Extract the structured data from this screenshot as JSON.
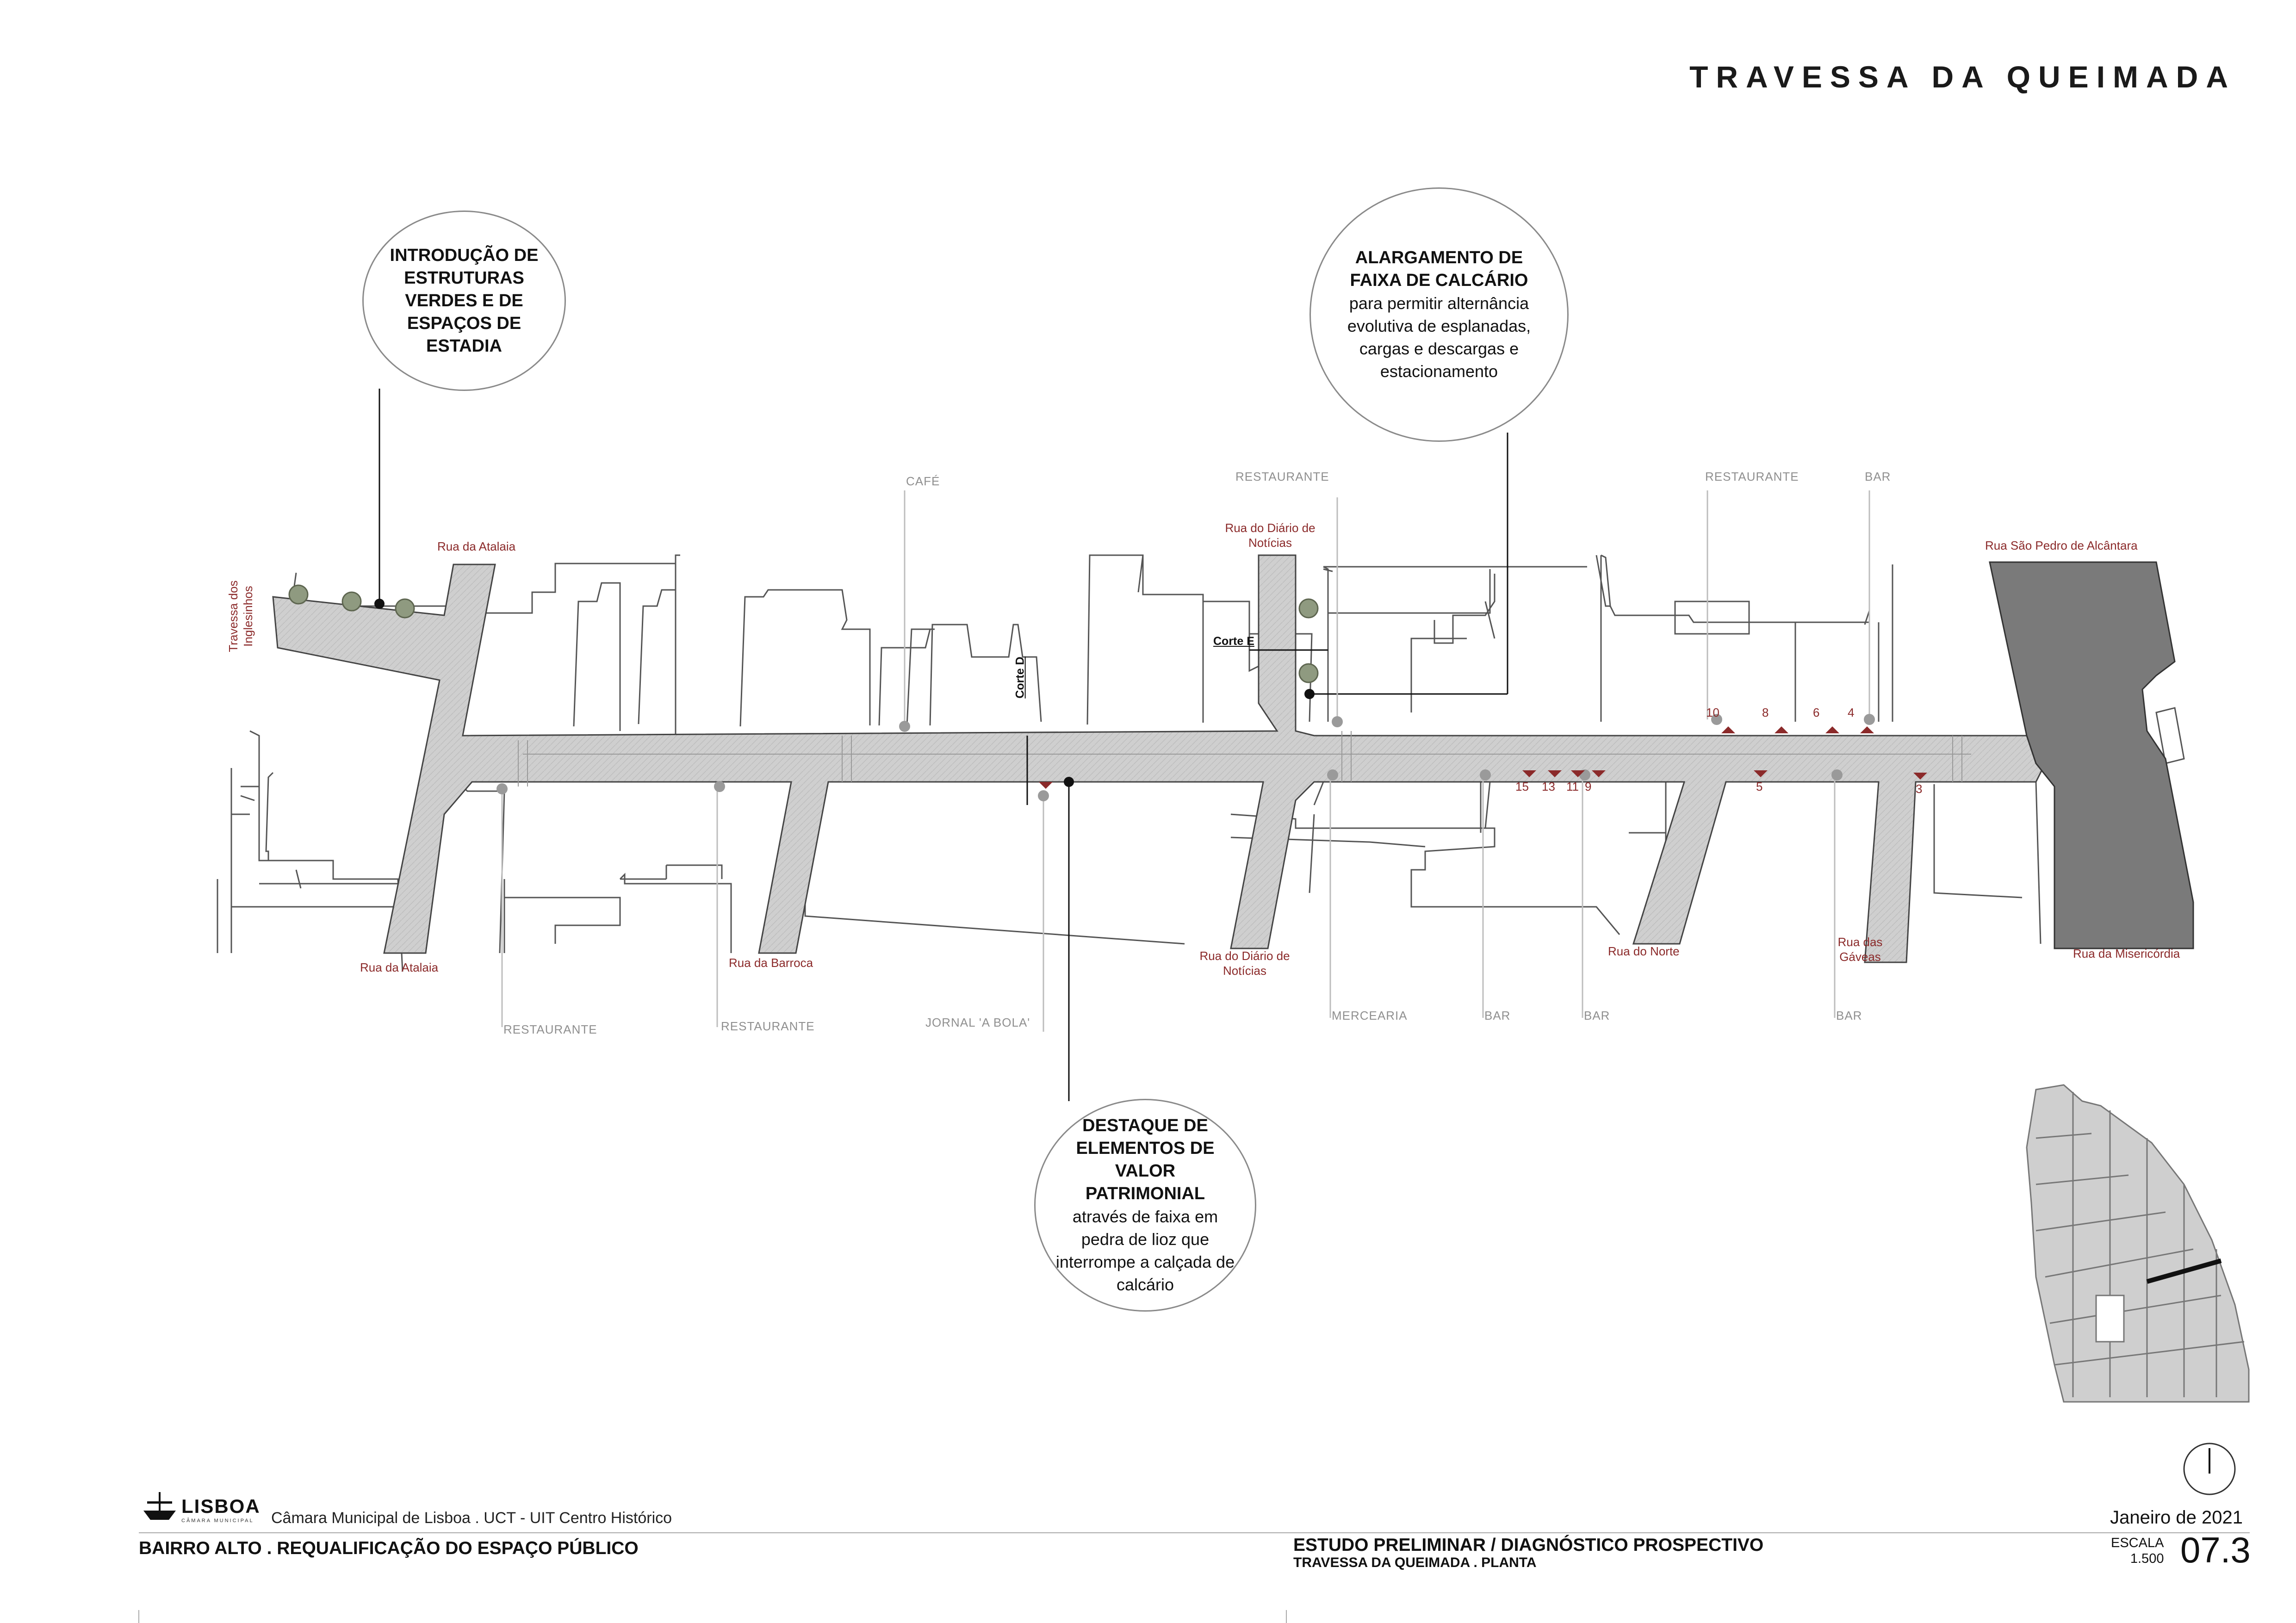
{
  "title": "TRAVESSA DA QUEIMADA",
  "callouts": [
    {
      "heading": "INTRODUÇÃO DE ESTRUTURAS VERDES E DE ESPAÇOS DE ESTADIA",
      "body": ""
    },
    {
      "heading": "ALARGAMENTO DE FAIXA DE CALCÁRIO",
      "body": "para permitir alternância evolutiva de esplanadas, cargas e descargas e estacionamento"
    },
    {
      "heading": "DESTAQUE DE ELEMENTOS DE VALOR PATRIMONIAL",
      "body": "através de faixa em pedra de lioz que interrompe a calçada de calcário"
    }
  ],
  "streets": {
    "travessa_inglesinhos": "Travessa dos Inglesinhos",
    "atalaia_top": "Rua da Atalaia",
    "atalaia_bottom": "Rua da Atalaia",
    "barroca": "Rua da Barroca",
    "diario_top": "Rua do Diário de Notícias",
    "diario_bottom": "Rua do Diário de Notícias",
    "norte": "Rua do Norte",
    "gaveas": "Rua das Gáveas",
    "sao_pedro": "Rua São Pedro de Alcântara",
    "misericordia": "Rua da Misericórdia"
  },
  "businesses": {
    "cafe": "CAFÉ",
    "restaurante_top1": "RESTAURANTE",
    "restaurante_top2": "RESTAURANTE",
    "bar_top": "BAR",
    "restaurante_bottom1": "RESTAURANTE",
    "restaurante_bottom2": "RESTAURANTE",
    "jornal": "JORNAL  'A BOLA'",
    "mercearia": "MERCEARIA",
    "bar_bottom1": "BAR",
    "bar_bottom2": "BAR",
    "bar_bottom3": "BAR"
  },
  "sections": {
    "corte_d": "Corte D",
    "corte_e": "Corte E"
  },
  "markers": {
    "top": [
      "10",
      "8",
      "6",
      "4"
    ],
    "bottom": [
      "15",
      "13",
      "11",
      "9",
      "5",
      "3"
    ]
  },
  "footer": {
    "logo": "LISBOA",
    "logo_sub": "CÂMARA MUNICIPAL",
    "organization": "Câmara Municipal de Lisboa . UCT - UIT Centro Histórico",
    "project": "BAIRRO ALTO . REQUALIFICAÇÃO DO ESPAÇO PÚBLICO",
    "study": "ESTUDO PRELIMINAR / DIAGNÓSTICO PROSPECTIVO",
    "study_sub": "TRAVESSA DA QUEIMADA . PLANTA",
    "date": "Janeiro de 2021",
    "scale_label": "ESCALA",
    "scale_value": "1.500",
    "sheet": "07.3"
  },
  "colors": {
    "street_fill": "#cfcfcf",
    "plaza_fill": "#7a7a7a",
    "label_red": "#8b2a2a",
    "marker": "#8b2a2a"
  }
}
